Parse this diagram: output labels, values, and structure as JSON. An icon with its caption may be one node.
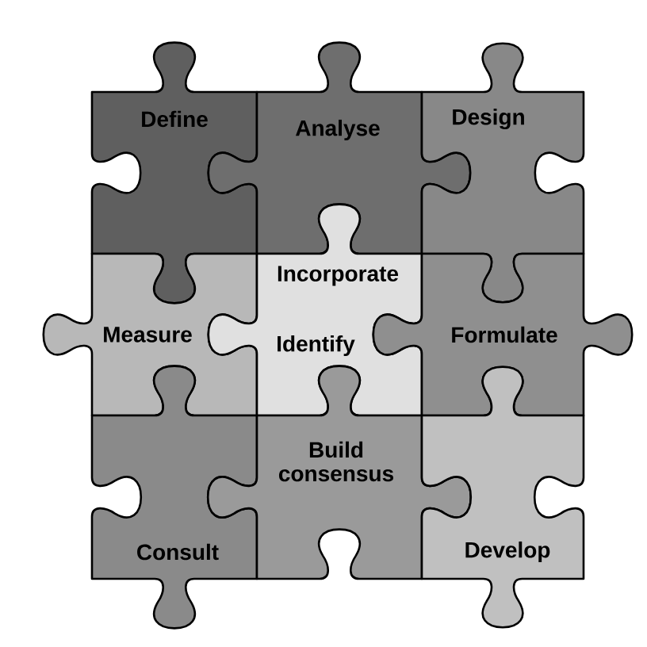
{
  "diagram": {
    "nodes": [
      {
        "text": [
          "Define"
        ]
      },
      {
        "text": [
          "Analyse"
        ]
      },
      {
        "text": [
          "Design"
        ]
      },
      {
        "text": [
          "Measure"
        ]
      },
      {
        "text": [
          "Incorporate",
          "Identify"
        ]
      },
      {
        "text": [
          "Formulate"
        ]
      },
      {
        "text": [
          "Consult"
        ]
      },
      {
        "text": [
          "Build consensus"
        ]
      },
      {
        "text": [
          "Develop"
        ]
      }
    ]
  }
}
